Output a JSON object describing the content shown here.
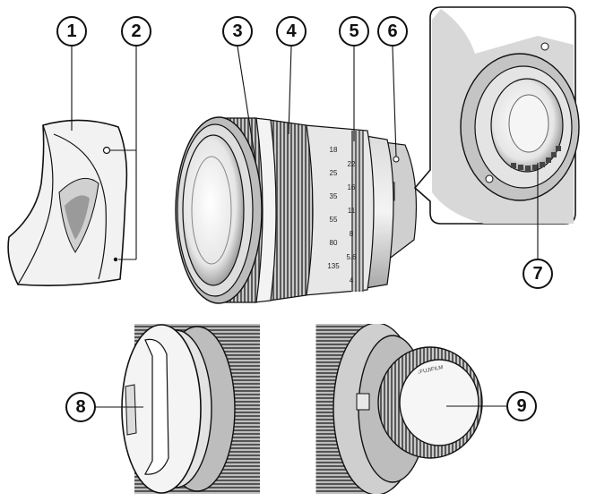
{
  "callouts": [
    {
      "id": "1",
      "label": "1"
    },
    {
      "id": "2",
      "label": "2"
    },
    {
      "id": "3",
      "label": "3"
    },
    {
      "id": "4",
      "label": "4"
    },
    {
      "id": "5",
      "label": "5"
    },
    {
      "id": "6",
      "label": "6"
    },
    {
      "id": "7",
      "label": "7"
    },
    {
      "id": "8",
      "label": "8"
    },
    {
      "id": "9",
      "label": "9"
    }
  ],
  "scale_marks": {
    "focal": [
      "18",
      "25",
      "35",
      "55",
      "80",
      "135"
    ],
    "aperture": [
      "22",
      "16",
      "11",
      "8",
      "5.6",
      "4"
    ]
  },
  "rear_cap_text": "↓FUJIFILM"
}
